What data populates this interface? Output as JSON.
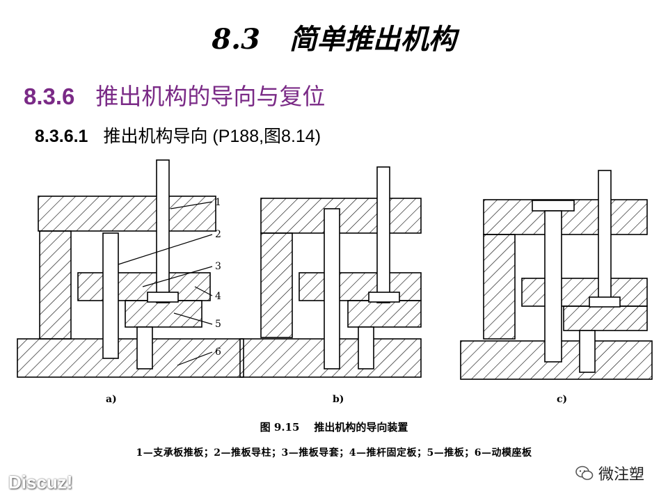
{
  "heading": {
    "title": "8.3   简单推出机构"
  },
  "section": {
    "number": "8.3.6",
    "title": "推出机构的导向与复位"
  },
  "subsection": {
    "number": "8.3.6.1",
    "title": "推出机构导向 (P188,图8.14)"
  },
  "figure": {
    "part_numbers": [
      "1",
      "2",
      "3",
      "4",
      "5",
      "6"
    ],
    "panel_labels": [
      "a)",
      "b)",
      "c)"
    ],
    "caption": "图 9.15    推出机构的导向装置",
    "legend": "1—支承板推板；2—推板导柱；3—推板导套；4—推杆固定板；5—推板；6—动模座板"
  },
  "watermarks": {
    "left": "Discuz!",
    "right": "微注塑"
  }
}
